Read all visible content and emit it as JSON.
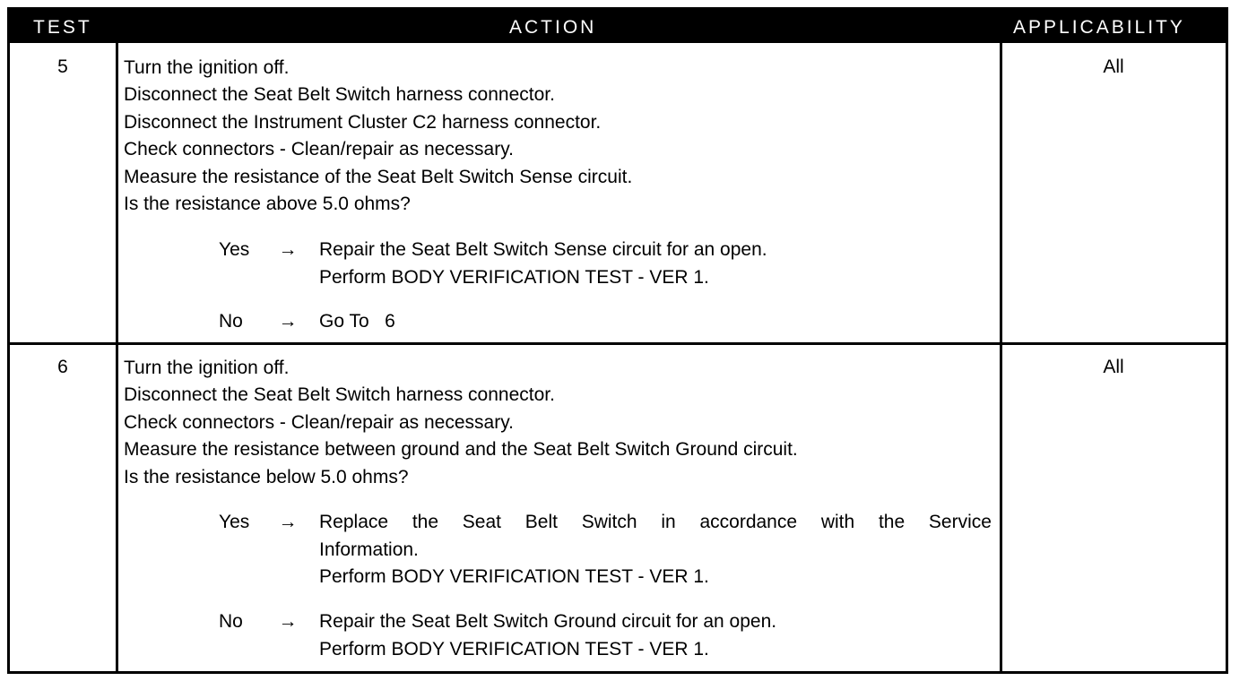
{
  "header": {
    "test": "TEST",
    "action": "ACTION",
    "applicability": "APPLICABILITY"
  },
  "rows": [
    {
      "test": "5",
      "applicability": "All",
      "steps": [
        "Turn the ignition off.",
        "Disconnect the Seat Belt Switch harness connector.",
        "Disconnect the Instrument Cluster C2 harness connector.",
        "Check connectors - Clean/repair as necessary.",
        "Measure the resistance of the Seat Belt Switch Sense circuit.",
        "Is the resistance above 5.0 ohms?"
      ],
      "yes_label": "Yes",
      "yes_arrow": "→",
      "yes_result": [
        "Repair the Seat Belt Switch Sense circuit for an open.",
        "Perform BODY VERIFICATION TEST - VER 1."
      ],
      "no_label": "No",
      "no_arrow": "→",
      "no_result": [
        "Go To   6"
      ]
    },
    {
      "test": "6",
      "applicability": "All",
      "steps": [
        "Turn the ignition off.",
        "Disconnect the Seat Belt Switch harness connector.",
        "Check connectors - Clean/repair as necessary.",
        "Measure the resistance between ground and the Seat Belt Switch Ground circuit.",
        "Is the resistance below 5.0 ohms?"
      ],
      "yes_label": "Yes",
      "yes_arrow": "→",
      "yes_result_line1_words": [
        "Replace",
        "the",
        "Seat",
        "Belt",
        "Switch",
        "in",
        "accordance",
        "with",
        "the",
        "Service"
      ],
      "yes_result": [
        "Information.",
        "Perform BODY VERIFICATION TEST - VER 1."
      ],
      "no_label": "No",
      "no_arrow": "→",
      "no_result": [
        "Repair the Seat Belt Switch Ground circuit for an open.",
        "Perform BODY VERIFICATION TEST - VER 1."
      ]
    }
  ]
}
